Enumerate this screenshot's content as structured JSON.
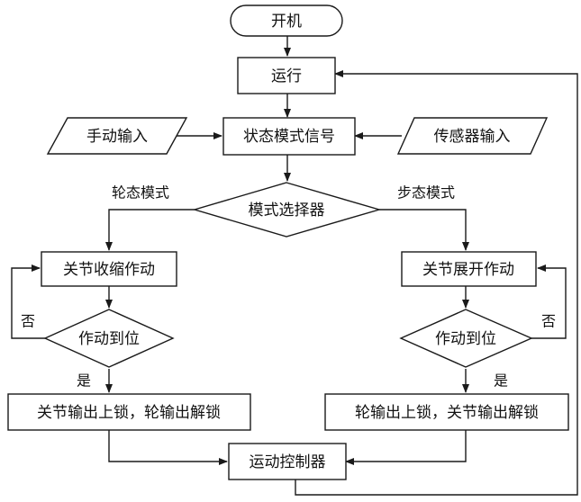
{
  "nodes": {
    "start": "开机",
    "run": "运行",
    "state_signal": "状态模式信号",
    "manual_input": "手动输入",
    "sensor_input": "传感器输入",
    "mode_selector": "模式选择器",
    "joint_retract": "关节收缩作动",
    "joint_extend": "关节展开作动",
    "check_left": "作动到位",
    "check_right": "作动到位",
    "left_result": "关节输出上锁，轮输出解锁",
    "right_result": "轮输出上锁，关节输出解锁",
    "motion_controller": "运动控制器"
  },
  "edge_labels": {
    "wheel_mode": "轮态模式",
    "step_mode": "步态模式",
    "no_left": "否",
    "no_right": "否",
    "yes_left": "是",
    "yes_right": "是"
  },
  "colors": {
    "stroke": "#1a1a1a",
    "fill": "#ffffff",
    "text": "#111111"
  }
}
